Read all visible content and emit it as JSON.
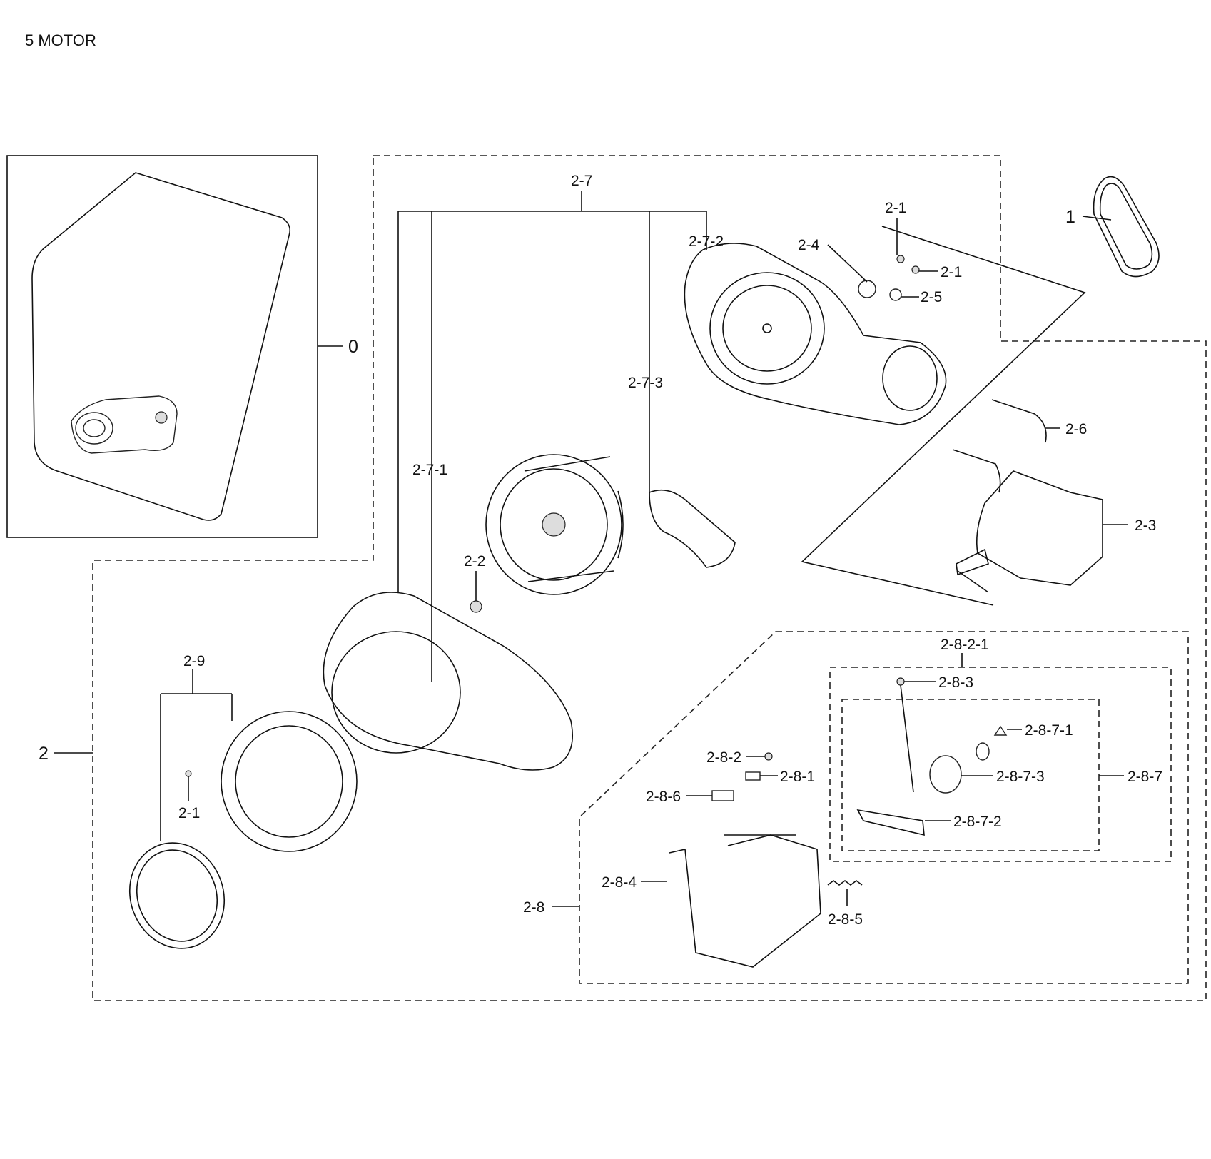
{
  "title": "5 MOTOR",
  "labels": {
    "l0": "0",
    "l1": "1",
    "l2": "2",
    "l2_1a": "2-1",
    "l2_1b": "2-1",
    "l2_1c": "2-1",
    "l2_2": "2-2",
    "l2_3": "2-3",
    "l2_4": "2-4",
    "l2_5": "2-5",
    "l2_6": "2-6",
    "l2_7": "2-7",
    "l2_7_1": "2-7-1",
    "l2_7_2": "2-7-2",
    "l2_7_3": "2-7-3",
    "l2_8": "2-8",
    "l2_8_1": "2-8-1",
    "l2_8_2": "2-8-2",
    "l2_8_2_1": "2-8-2-1",
    "l2_8_3": "2-8-3",
    "l2_8_4": "2-8-4",
    "l2_8_5": "2-8-5",
    "l2_8_6": "2-8-6",
    "l2_8_7": "2-8-7",
    "l2_8_7_1": "2-8-7-1",
    "l2_8_7_2": "2-8-7-2",
    "l2_8_7_3": "2-8-7-3",
    "l2_9": "2-9"
  }
}
